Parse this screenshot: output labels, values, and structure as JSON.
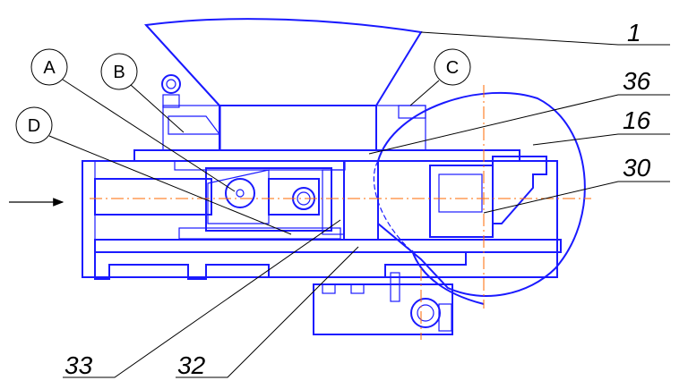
{
  "callouts": {
    "A": "A",
    "B": "B",
    "C": "C",
    "D": "D"
  },
  "part_numbers": {
    "p1": "1",
    "p36": "36",
    "p16": "16",
    "p30": "30",
    "p33": "33",
    "p32": "32"
  },
  "colors": {
    "outline": "#1a1aff",
    "hatch": "#2a2a2a",
    "centerline": "#ff6a00",
    "leader": "#000000"
  }
}
